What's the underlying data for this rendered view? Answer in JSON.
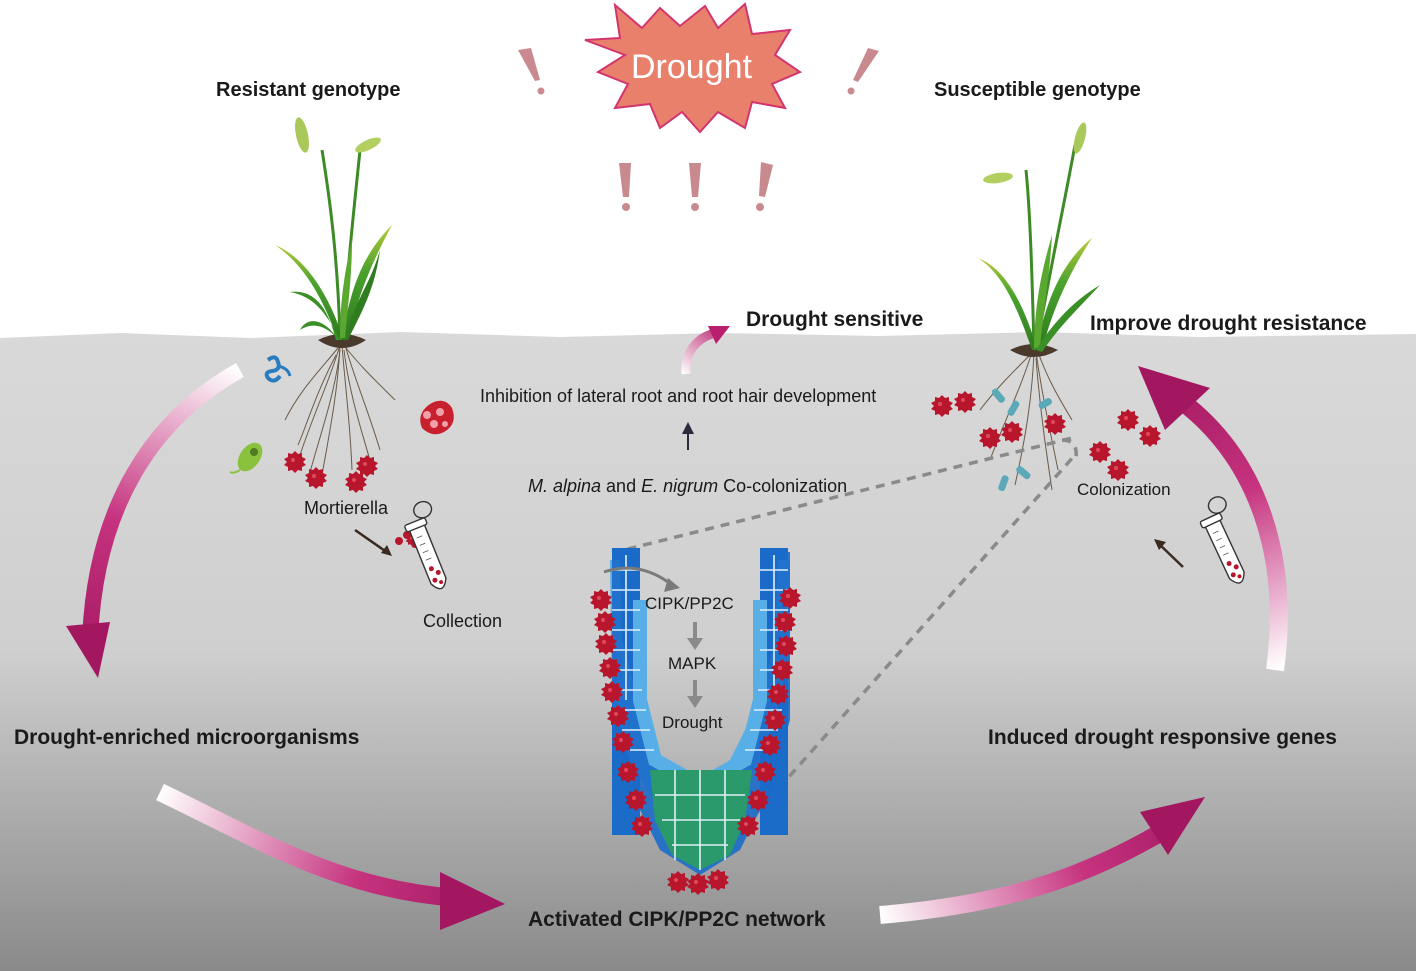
{
  "colors": {
    "soil_top": "#d6d6d6",
    "soil_bottom": "#8e8e8e",
    "arrow_magenta": "#b01f6e",
    "sun_fill": "#e8806b",
    "sun_stroke": "#d2346f",
    "microbe_red": "#b8162c",
    "root_cap_green": "#2a9a6a",
    "cortex_blue": "#1b6bc9",
    "epidermis_blue": "#58aee6"
  },
  "sun": {
    "label": "Drought"
  },
  "plants": {
    "resistant_label": "Resistant genotype",
    "susceptible_label": "Susceptible genotype"
  },
  "labels": {
    "drought_sensitive": "Drought sensitive",
    "improve_resistance": "Improve drought resistance",
    "inhibition": "Inhibition of lateral root and root hair development",
    "co_colonization_sp1": "M. alpina",
    "co_colonization_and": " and ",
    "co_colonization_sp2": "E. nigrum",
    "co_colonization_tail": " Co-colonization",
    "mortierella": "Mortierella",
    "collection": "Collection",
    "colonization": "Colonization",
    "drought_enriched": "Drought-enriched microorganisms",
    "induced_genes": "Induced drought responsive genes",
    "activated_network": "Activated CIPK/PP2C network"
  },
  "root_pathway": {
    "step1": "CIPK/PP2C",
    "step2": "MAPK",
    "step3": "Drought"
  },
  "icons": [
    "exclamation-icon",
    "microbe-icon",
    "test-tube-icon",
    "root-icon",
    "plant-icon"
  ]
}
